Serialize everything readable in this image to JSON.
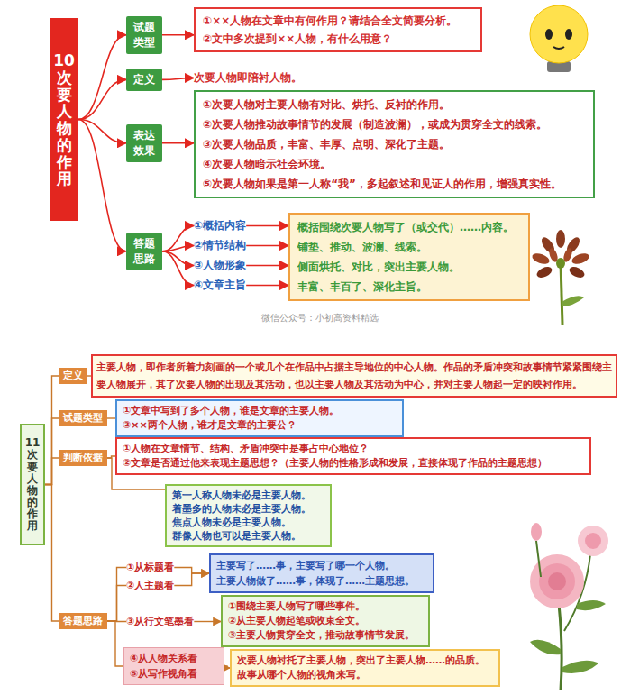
{
  "diagram": {
    "nodes": [
      {
        "text": [
          "10",
          "次要人物的作用"
        ]
      },
      {
        "text": [
          "试题类型"
        ]
      },
      {
        "text": [
          "①××人物在文章中有何作用？请结合全文简要分析。",
          "②文中多次提到××人物，有什么用意？"
        ]
      },
      {
        "text": [
          "定义"
        ]
      },
      {
        "text": [
          "次要人物即陪衬人物。"
        ]
      },
      {
        "text": [
          "表达效果"
        ]
      },
      {
        "text": [
          "①次要人物对主要人物有对比、烘托、反衬的作用。",
          "②次要人物推动故事情节的发展（制造波澜），或成为贯穿全文的线索。",
          "③次要人物品质，丰富、丰厚、点明、深化了主题。",
          "④次要人物暗示社会环境。",
          "⑤次要人物如果是第一人称“我”，多起叙述和见证人的作用，增强真实性。"
        ]
      },
      {
        "text": [
          "答题思路"
        ]
      },
      {
        "text": [
          "①概括内容"
        ]
      },
      {
        "text": [
          "②情节结构"
        ]
      },
      {
        "text": [
          "③人物形象"
        ]
      },
      {
        "text": [
          "④文章主旨"
        ]
      },
      {
        "text": [
          "概括围绕次要人物写了（或交代）……内容。",
          "铺垫、推动、波澜、线索。",
          "侧面烘托、对比，突出主要人物。",
          "丰富、丰百了、深化主旨。"
        ]
      },
      {
        "text": [
          "11",
          "次要人物的作用"
        ]
      },
      {
        "text": [
          "定义"
        ]
      },
      {
        "text": [
          "主要人物，即作者所着力刻画的一个或几个在作品中占据主导地位的中心人物。作品的矛盾冲突和故事情节紧紧围绕主要人物展开，其了次要人物的出现及其活动，也以主要人物及其活动为中心，并对主要人物起一定的映衬作用。"
        ]
      },
      {
        "text": [
          "试题类型"
        ]
      },
      {
        "text": [
          "①文章中写到了多个人物，谁是文章的主要人物。",
          "②××两个人物，谁才是文章的主要公？"
        ]
      },
      {
        "text": [
          "判断依据"
        ]
      },
      {
        "text": [
          "①人物在文章情节、结构、矛盾冲突中是事占中心地位？",
          "②文章是否通过他来表现主题思想？（主要人物的性格形成和发展，直接体现了作品的主题思想）"
        ]
      },
      {
        "text": [
          "第一人称人物未必是主要人物。",
          "着墨多的人物未必是主要人物。",
          "焦点人物未必是主要人物。",
          "群像人物也可以是主要人物。"
        ]
      },
      {
        "text": [
          "答题思路"
        ]
      },
      {
        "text": [
          "①从标题看"
        ]
      },
      {
        "text": [
          "②人主题看"
        ]
      },
      {
        "text": [
          "主要写了……事，主要写了哪一个人物。",
          "主要人物做了……事，体现了……主题思想。"
        ]
      },
      {
        "text": [
          "③从行文笔墨看"
        ]
      },
      {
        "text": [
          "①围绕主要人物写了哪些事件。",
          "②从主要人物起笔或收束全文。",
          "③主要人物贯穿全文，推动故事情节发展。"
        ]
      },
      {
        "text": [
          "④从人物关系看",
          "⑤从写作视角看"
        ]
      },
      {
        "text": [
          "次要人物衬托了主要人物，突出了主要人物……的品质。",
          "故事从哪个人物的视角来写。"
        ]
      }
    ],
    "edges": [
      {
        "from": 0,
        "to": 1,
        "arrow": "to"
      },
      {
        "from": 0,
        "to": 3,
        "arrow": "to"
      },
      {
        "from": 0,
        "to": 5,
        "arrow": "to"
      },
      {
        "from": 0,
        "to": 7,
        "arrow": "to"
      },
      {
        "from": 1,
        "to": 2,
        "arrow": "to"
      },
      {
        "from": 3,
        "to": 4,
        "arrow": "to"
      },
      {
        "from": 5,
        "to": 6,
        "arrow": "to"
      },
      {
        "from": 7,
        "to": 8,
        "arrow": "to"
      },
      {
        "from": 7,
        "to": 9,
        "arrow": "to"
      },
      {
        "from": 7,
        "to": 10,
        "arrow": "to"
      },
      {
        "from": 7,
        "to": 11,
        "arrow": "to"
      },
      {
        "from": 8,
        "to": 12,
        "arrow": "to"
      },
      {
        "from": 9,
        "to": 12,
        "arrow": "to"
      },
      {
        "from": 10,
        "to": 12,
        "arrow": "to"
      },
      {
        "from": 11,
        "to": 12,
        "arrow": "to"
      },
      {
        "from": 13,
        "to": 14,
        "arrow": "none"
      },
      {
        "from": 13,
        "to": 16,
        "arrow": "none"
      },
      {
        "from": 13,
        "to": 18,
        "arrow": "none"
      },
      {
        "from": 13,
        "to": 21,
        "arrow": "none"
      },
      {
        "from": 14,
        "to": 15,
        "arrow": "none"
      },
      {
        "from": 16,
        "to": 17,
        "arrow": "none"
      },
      {
        "from": 18,
        "to": 19,
        "arrow": "none"
      },
      {
        "from": 18,
        "to": 20,
        "arrow": "none"
      },
      {
        "from": 21,
        "to": 22,
        "arrow": "none"
      },
      {
        "from": 21,
        "to": 23,
        "arrow": "none"
      },
      {
        "from": 21,
        "to": 25,
        "arrow": "none"
      },
      {
        "from": 21,
        "to": 27,
        "arrow": "none"
      },
      {
        "from": 22,
        "to": 24,
        "arrow": "to"
      },
      {
        "from": 23,
        "to": 24,
        "arrow": "to"
      },
      {
        "from": 25,
        "to": 26,
        "arrow": "to"
      },
      {
        "from": 27,
        "to": 28,
        "arrow": "to"
      }
    ],
    "labels": [
      "微信公众号：小初高资料精选"
    ]
  }
}
